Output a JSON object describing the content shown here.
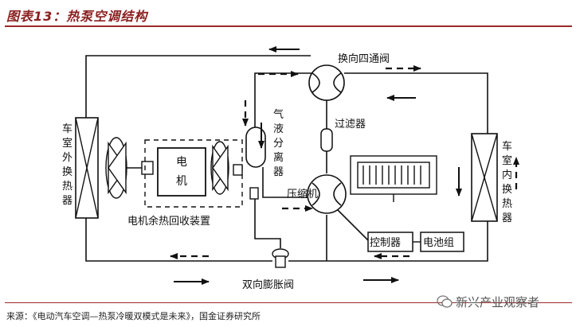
{
  "title": "图表13：热泵空调结构",
  "labels": {
    "outer_hx": "车室外换热器",
    "inner_hx": "车室内换热器",
    "motor": "电机",
    "waste_heat": "电机余热回收装置",
    "four_way": "换向四通阀",
    "separator": "气液分离器",
    "filter": "过滤器",
    "compressor": "压缩机",
    "controller": "控制器",
    "battery": "电池组",
    "expansion": "双向膨胀阀"
  },
  "source": "来源：《电动汽车空调—热泵冷暖双模式是未来》，国金证券研究所",
  "watermark": "新兴产业观察者",
  "colors": {
    "title": "#8b1f1f",
    "rule": "#9a2a2a",
    "line": "#111111"
  }
}
